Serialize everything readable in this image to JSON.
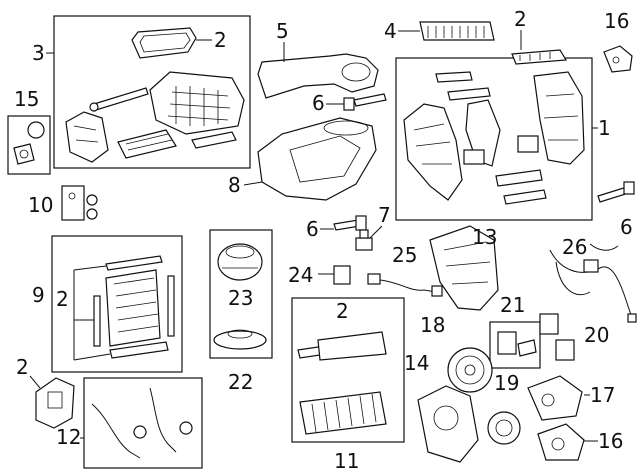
{
  "diagram": {
    "callouts": {
      "c1": "1",
      "c2a": "2",
      "c2b": "2",
      "c2c": "2",
      "c2d": "2",
      "c2e": "2",
      "c3": "3",
      "c4": "4",
      "c5": "5",
      "c6a": "6",
      "c6b": "6",
      "c6c": "6",
      "c7": "7",
      "c8": "8",
      "c9": "9",
      "c10": "10",
      "c11": "11",
      "c12": "12",
      "c13": "13",
      "c14": "14",
      "c15": "15",
      "c16": "16",
      "c17": "17",
      "c18": "18",
      "c19": "19",
      "c20": "20",
      "c21": "21",
      "c22": "22",
      "c23": "23",
      "c24": "24",
      "c25": "25",
      "c26": "26"
    }
  }
}
